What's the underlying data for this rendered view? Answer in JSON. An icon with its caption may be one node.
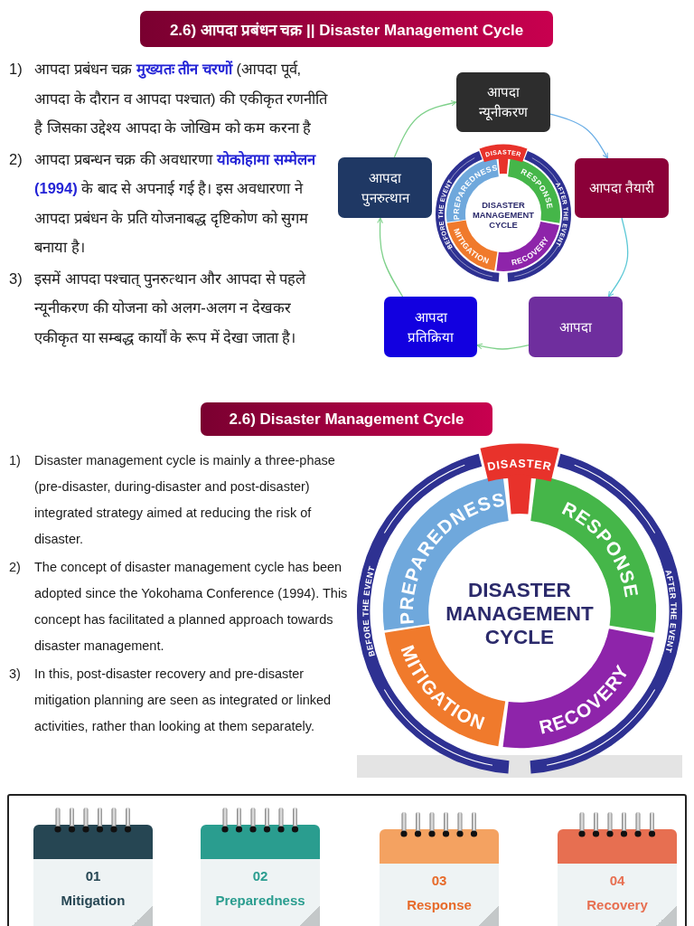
{
  "diagram": {
    "title": "2.6) आपदा प्रबंधन चक्र || Disaster Management Cycle",
    "nodes": [
      {
        "text": [
          "आपदा न्यूनीकरण"
        ]
      },
      {
        "text": [
          "आपदा पुनरुत्थान"
        ]
      },
      {
        "text": [
          "आपदा तैयारी"
        ]
      },
      {
        "text": [
          "आपदा प्रतिक्रिया"
        ]
      },
      {
        "text": [
          "आपदा"
        ]
      },
      {
        "text": [
          "2.6) Disaster Management Cycle"
        ]
      },
      {
        "text": [],
        "shape": "box"
      },
      {
        "text": [
          "01",
          "Mitigation"
        ],
        "in": 6
      },
      {
        "text": [
          "02",
          "Preparedness"
        ],
        "in": 6
      },
      {
        "text": [
          "03",
          "Response"
        ],
        "in": 6
      },
      {
        "text": [
          "04",
          "Recovery"
        ],
        "in": 6
      }
    ],
    "edges": [
      {
        "from": 0,
        "to": 2,
        "arrow": "to",
        "color": "#6aaee6"
      },
      {
        "from": 2,
        "to": 4,
        "arrow": "to",
        "color": "#5cc8d6"
      },
      {
        "from": 4,
        "to": 3,
        "arrow": "to"
      },
      {
        "from": 3,
        "to": 1,
        "arrow": "to"
      },
      {
        "from": 1,
        "to": 0,
        "arrow": "to"
      }
    ],
    "labels": [
      "1)",
      "आपदा प्रबंधन चक्र **मुख्यतः तीन चरणों** (आपदा पूर्व, आपदा के दौरान व आपदा पश्चात) की एकीकृत रणनीति है जिसका उद्देश्य आपदा के जोखिम को कम करना है",
      "2)",
      "आपदा प्रबन्धन चक्र की अवधारणा **योकोहामा सम्मेलन (1994)** के बाद से अपनाई गई है। इस अवधारणा ने आपदा प्रबंधन के प्रति योजनाबद्ध दृष्टिकोण को सुगम बनाया है।",
      "3)",
      "इसमें आपदा पश्चात् पुनरुत्थान और आपदा से पहले न्यूनीकरण की योजना को अलग-अलग न देखकर एकीकृत या सम्बद्ध कार्यों के रूप में देखा जाता है।",
      "DISASTER",
      "PREPAREDNESS",
      "RESPONSE",
      "RECOVERY",
      "MITIGATION",
      "DISASTER MANAGEMENT CYCLE",
      "BEFORE THE EVENT",
      "AFTER THE EVENT",
      "1)",
      "Disaster management cycle is mainly a three-phase (pre-disaster, during-disaster and post-disaster) integrated strategy aimed at reducing the risk of disaster.",
      "2)",
      "The concept of disaster management cycle has been adopted since the Yokohama Conference (1994). This concept has facilitated a planned approach towards disaster management.",
      "3)",
      "In this, post-disaster recovery and pre-disaster mitigation planning are seen as integrated or linked activities, rather than looking at them separately.",
      "DISASTER",
      "PREPAREDNESS",
      "RESPONSE",
      "RECOVERY",
      "MITIGATION",
      "DISASTER MANAGEMENT CYCLE",
      "BEFORE THE EVENT",
      "AFTER THE EVENT"
    ]
  }
}
